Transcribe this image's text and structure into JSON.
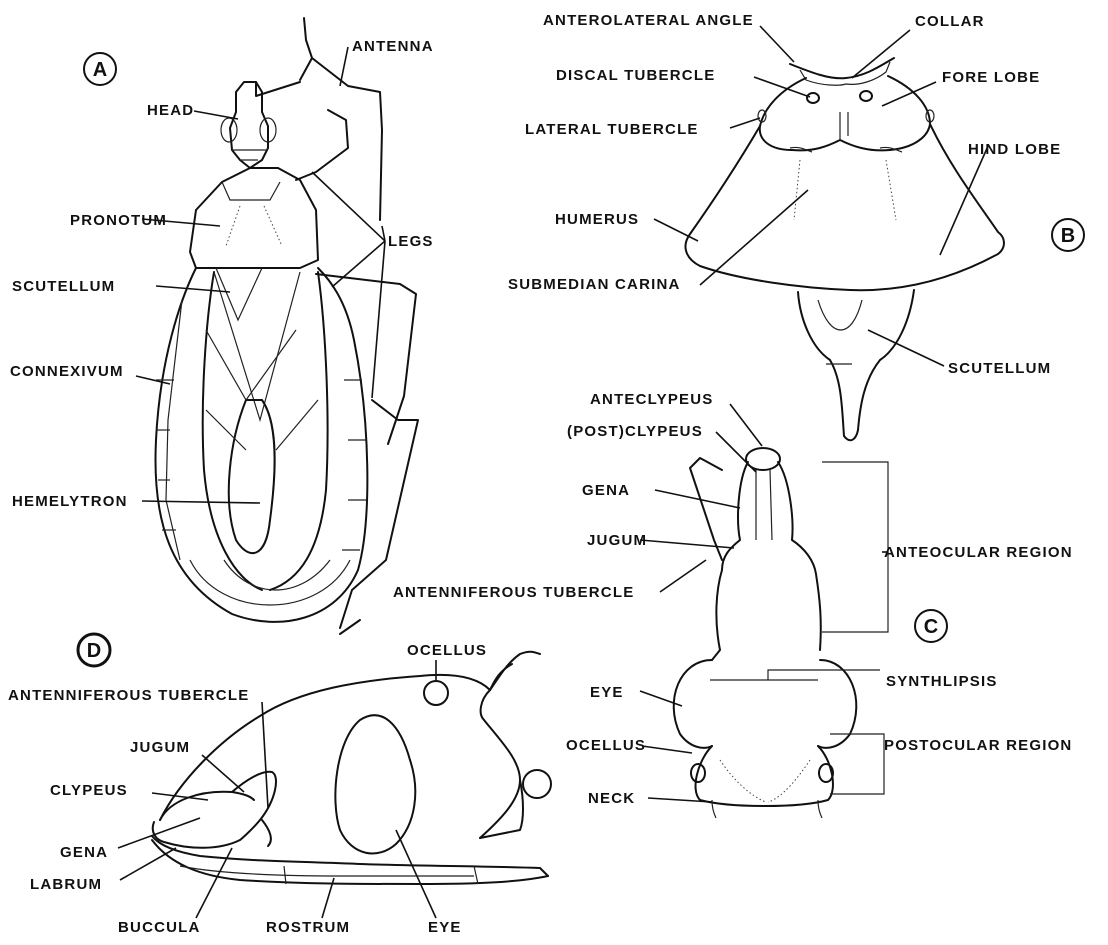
{
  "panels": {
    "a": "A",
    "b": "B",
    "c": "C",
    "d": "D"
  },
  "panel_a": {
    "antenna": "ANTENNA",
    "head": "HEAD",
    "pronotum": "PRONOTUM",
    "legs": "LEGS",
    "scutellum": "SCUTELLUM",
    "connexivum": "CONNEXIVUM",
    "hemelytron": "HEMELYTRON"
  },
  "panel_b": {
    "anterolateral_angle": "ANTEROLATERAL ANGLE",
    "collar": "COLLAR",
    "discal_tubercle": "DISCAL TUBERCLE",
    "fore_lobe": "FORE LOBE",
    "lateral_tubercle": "LATERAL TUBERCLE",
    "hind_lobe": "HIND LOBE",
    "humerus": "HUMERUS",
    "submedian_carina": "SUBMEDIAN CARINA",
    "scutellum": "SCUTELLUM"
  },
  "panel_c": {
    "anteclypeus": "ANTECLYPEUS",
    "post_clypeus": "(POST)CLYPEUS",
    "gena": "GENA",
    "jugum": "JUGUM",
    "anteocular_region": "ANTEOCULAR REGION",
    "antenniferous_tubercle": "ANTENNIFEROUS TUBERCLE",
    "eye": "EYE",
    "synthlipsis": "SYNTHLIPSIS",
    "ocellus": "OCELLUS",
    "postocular_region": "POSTOCULAR REGION",
    "neck": "NECK"
  },
  "panel_d": {
    "ocellus": "OCELLUS",
    "antenniferous_tubercle": "ANTENNIFEROUS TUBERCLE",
    "jugum": "JUGUM",
    "clypeus": "CLYPEUS",
    "gena": "GENA",
    "labrum": "LABRUM",
    "buccula": "BUCCULA",
    "rostrum": "ROSTRUM",
    "eye": "EYE"
  }
}
